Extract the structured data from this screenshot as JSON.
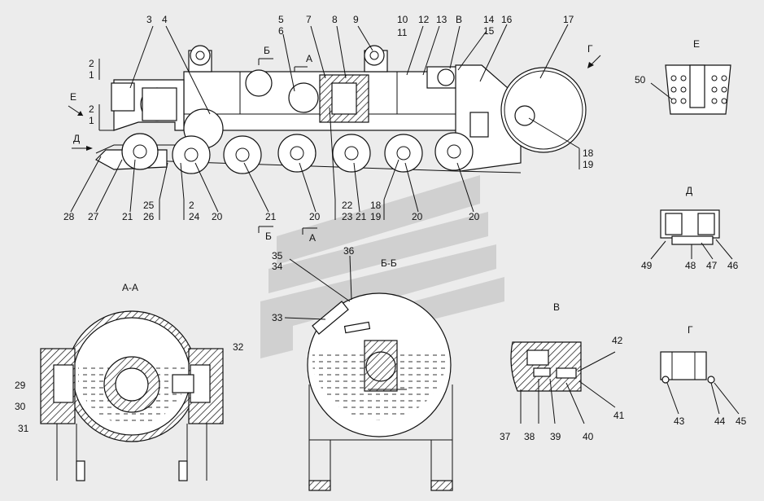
{
  "part_labels": {
    "l1": "3",
    "l2": "4",
    "l3": "5",
    "l4": "6",
    "l5": "7",
    "l6": "8",
    "l7": "9",
    "l8": "10",
    "l9": "11",
    "l10": "12",
    "l11": "13",
    "l12": "В",
    "l13": "14",
    "l14": "15",
    "l15": "16",
    "l16": "17",
    "l17": "2",
    "l18": "1",
    "l19": "2",
    "l20": "1",
    "l21": "28",
    "l22": "27",
    "l23": "21",
    "l24": "25",
    "l25": "26",
    "l26": "2",
    "l27": "24",
    "l28": "20",
    "l29": "21",
    "l30": "20",
    "l31": "22",
    "l32": "23",
    "l33": "21",
    "l34": "18",
    "l35": "19",
    "l36": "20",
    "l37": "20",
    "l38": "18",
    "l39": "19",
    "l40": "35",
    "l41": "34",
    "l42": "36",
    "l43": "33",
    "l44": "32",
    "l45": "29",
    "l46": "30",
    "l47": "31",
    "l48": "42",
    "l49": "41",
    "l50": "37",
    "l51": "38",
    "l52": "39",
    "l53": "40",
    "l54": "43",
    "l55": "44",
    "l56": "45",
    "l57": "49",
    "l58": "48",
    "l59": "47",
    "l60": "46",
    "l61": "50"
  },
  "view_letters": {
    "e_arrow": "Е",
    "d_arrow": "Д",
    "g_arrow": "Г",
    "b_top": "Б",
    "a_top": "А",
    "b_bottom": "Б",
    "a_bottom": "А"
  },
  "section_titles": {
    "aa": "А-А",
    "bb": "Б-Б",
    "v": "В",
    "g": "Г",
    "d": "Д",
    "e": "Е"
  }
}
